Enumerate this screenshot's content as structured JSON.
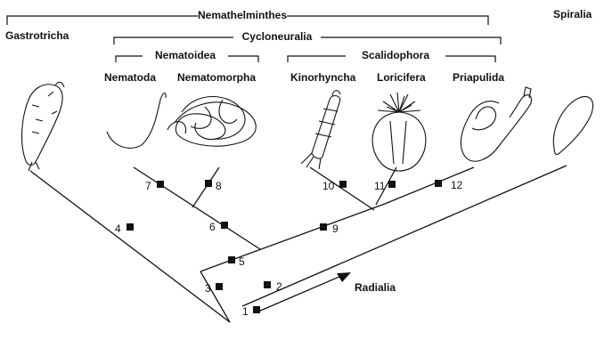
{
  "groups": {
    "nemathelminthes": "Nemathelminthes",
    "cycloneuralia": "Cycloneuralia",
    "nematoidea": "Nematoidea",
    "scalidophora": "Scalidophora"
  },
  "taxa": {
    "gastrotricha": "Gastrotricha",
    "nematoda": "Nematoda",
    "nematomorpha": "Nematomorpha",
    "kinorhyncha": "Kinorhyncha",
    "loricifera": "Loricifera",
    "priapulida": "Priapulida",
    "spiralia": "Spiralia",
    "radialia": "Radialia"
  },
  "markers": [
    "1",
    "2",
    "3",
    "4",
    "5",
    "6",
    "7",
    "8",
    "9",
    "10",
    "11",
    "12"
  ],
  "colors": {
    "ink": "#111111",
    "background": "#ffffff"
  }
}
